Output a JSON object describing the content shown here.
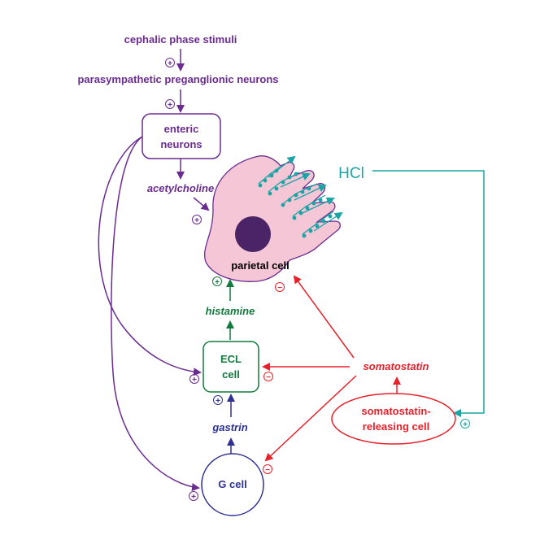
{
  "labels": {
    "cephalic": "cephalic phase stimuli",
    "parasympathetic": "parasympathetic preganglionic neurons",
    "enteric_line1": "enteric",
    "enteric_line2": "neurons",
    "acetylcholine": "acetylcholine",
    "parietal_cell": "parietal cell",
    "hcl": "HCl",
    "histamine": "histamine",
    "ecl_line1": "ECL",
    "ecl_line2": "cell",
    "somatostatin": "somatostatin",
    "ssrc_line1": "somatostatin-",
    "ssrc_line2": "releasing cell",
    "gastrin": "gastrin",
    "g_cell": "G cell"
  },
  "signs": {
    "plus": "+",
    "minus": "−"
  },
  "colors": {
    "purple": "#6b2c91",
    "teal": "#1aa4a4",
    "green": "#127a3c",
    "red": "#e8202a",
    "blue": "#2e3192",
    "pink_fill": "#f4c6d6",
    "nucleus": "#4a2466"
  }
}
